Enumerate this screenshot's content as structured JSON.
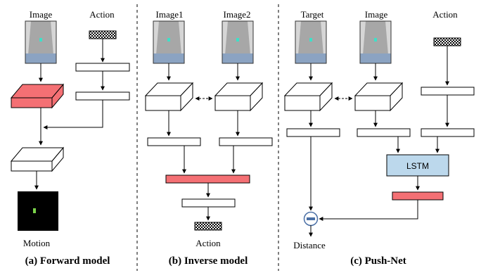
{
  "panels": [
    {
      "caption": "(a) Forward model",
      "labels": {
        "image": "Image",
        "action": "Action",
        "output": "Motion"
      }
    },
    {
      "caption": "(b) Inverse model",
      "labels": {
        "image1": "Image1",
        "image2": "Image2",
        "output": "Action"
      }
    },
    {
      "caption": "(c) Push-Net",
      "labels": {
        "target": "Target",
        "image": "Image",
        "action": "Action",
        "lstm": "LSTM",
        "output": "Distance"
      }
    }
  ],
  "colors": {
    "highlight": "#f47074",
    "lstm": "#bcd8ec",
    "scene_gray": "#a7a7a7",
    "scene_water": "#8ba3c2",
    "object": "#3ee0c8",
    "motion_bg": "#000000",
    "motion_obj": "#7bd34a",
    "subtract_node": "#4a6fa5"
  }
}
